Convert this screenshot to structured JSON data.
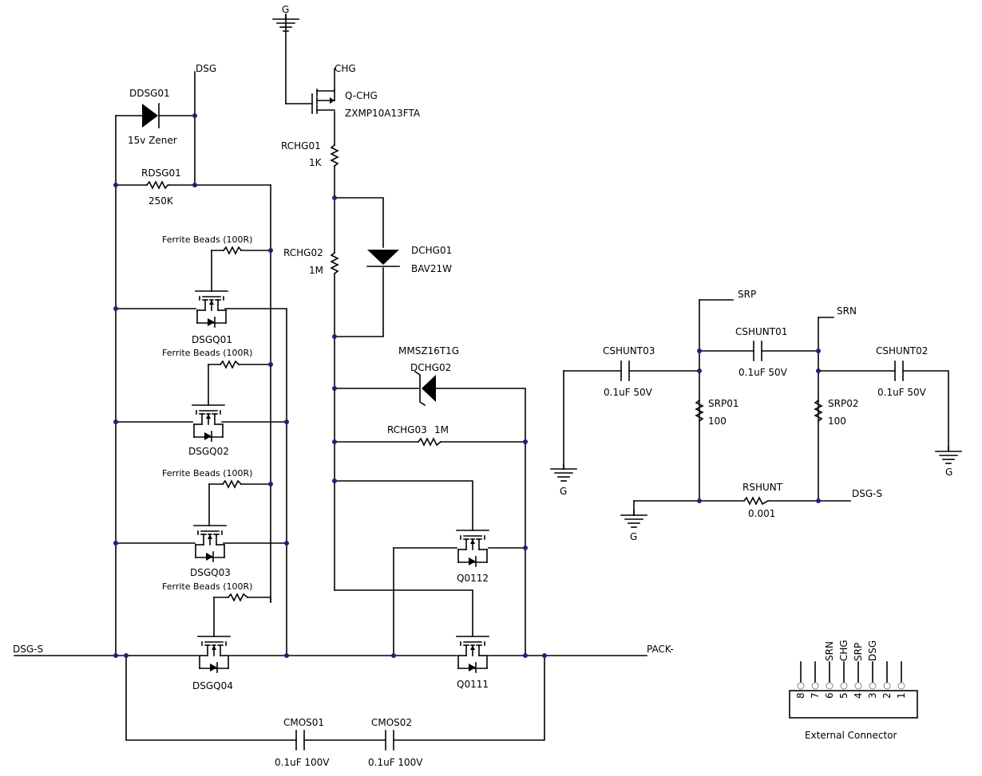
{
  "labels": {
    "g_top": "G",
    "chg_net": "CHG",
    "qchg_name": "Q-CHG",
    "qchg_part": "ZXMP10A13FTA",
    "dsg_net": "DSG",
    "ddsg01": "DDSG01",
    "zener15": "15v Zener",
    "rdsg01": "RDSG01",
    "rdsg01_val": "250K",
    "rchg01": "RCHG01",
    "rchg01_val": "1K",
    "rchg02": "RCHG02",
    "rchg02_val": "1M",
    "dchg01": "DCHG01",
    "dchg01_part": "BAV21W",
    "ferrite1": "Ferrite Beads (100R)",
    "ferrite2": "Ferrite Beads (100R)",
    "ferrite3": "Ferrite Beads (100R)",
    "ferrite4": "Ferrite Beads (100R)",
    "dsgq01": "DSGQ01",
    "dsgq02": "DSGQ02",
    "dsgq03": "DSGQ03",
    "dsgq04": "DSGQ04",
    "mmsz": "MMSZ16T1G",
    "dchg02": "DCHG02",
    "rchg03": "RCHG03",
    "rchg03_val": "1M",
    "q0112": "Q0112",
    "q0111": "Q0111",
    "dsgs_left": "DSG-S",
    "pack_neg": "PACK-",
    "cmos01": "CMOS01",
    "cmos02": "CMOS02",
    "cmos01_val": "0.1uF 100V",
    "cmos02_val": "0.1uF 100V",
    "srp_net": "SRP",
    "srn_net": "SRN",
    "cshunt01": "CSHUNT01",
    "cshunt01_val": "0.1uF 50V",
    "cshunt02": "CSHUNT02",
    "cshunt02_val": "0.1uF 50V",
    "cshunt03": "CSHUNT03",
    "cshunt03_val": "0.1uF 50V",
    "srp01": "SRP01",
    "srp01_val": "100",
    "srp02": "SRP02",
    "srp02_val": "100",
    "rshunt": "RSHUNT",
    "rshunt_val": "0.001",
    "dsgs_right": "DSG-S",
    "g_left": "G",
    "g_mid": "G",
    "g_right": "G",
    "ext_connector": "External Connector"
  },
  "connector": {
    "pin_numbers": [
      "8",
      "7",
      "6",
      "5",
      "4",
      "3",
      "2",
      "1"
    ],
    "pin_signals": [
      "",
      "",
      "SRN",
      "CHG",
      "SRP",
      "DSG",
      "",
      ""
    ]
  },
  "colors": {
    "wire": "#000000",
    "junction": "#1a237e"
  }
}
